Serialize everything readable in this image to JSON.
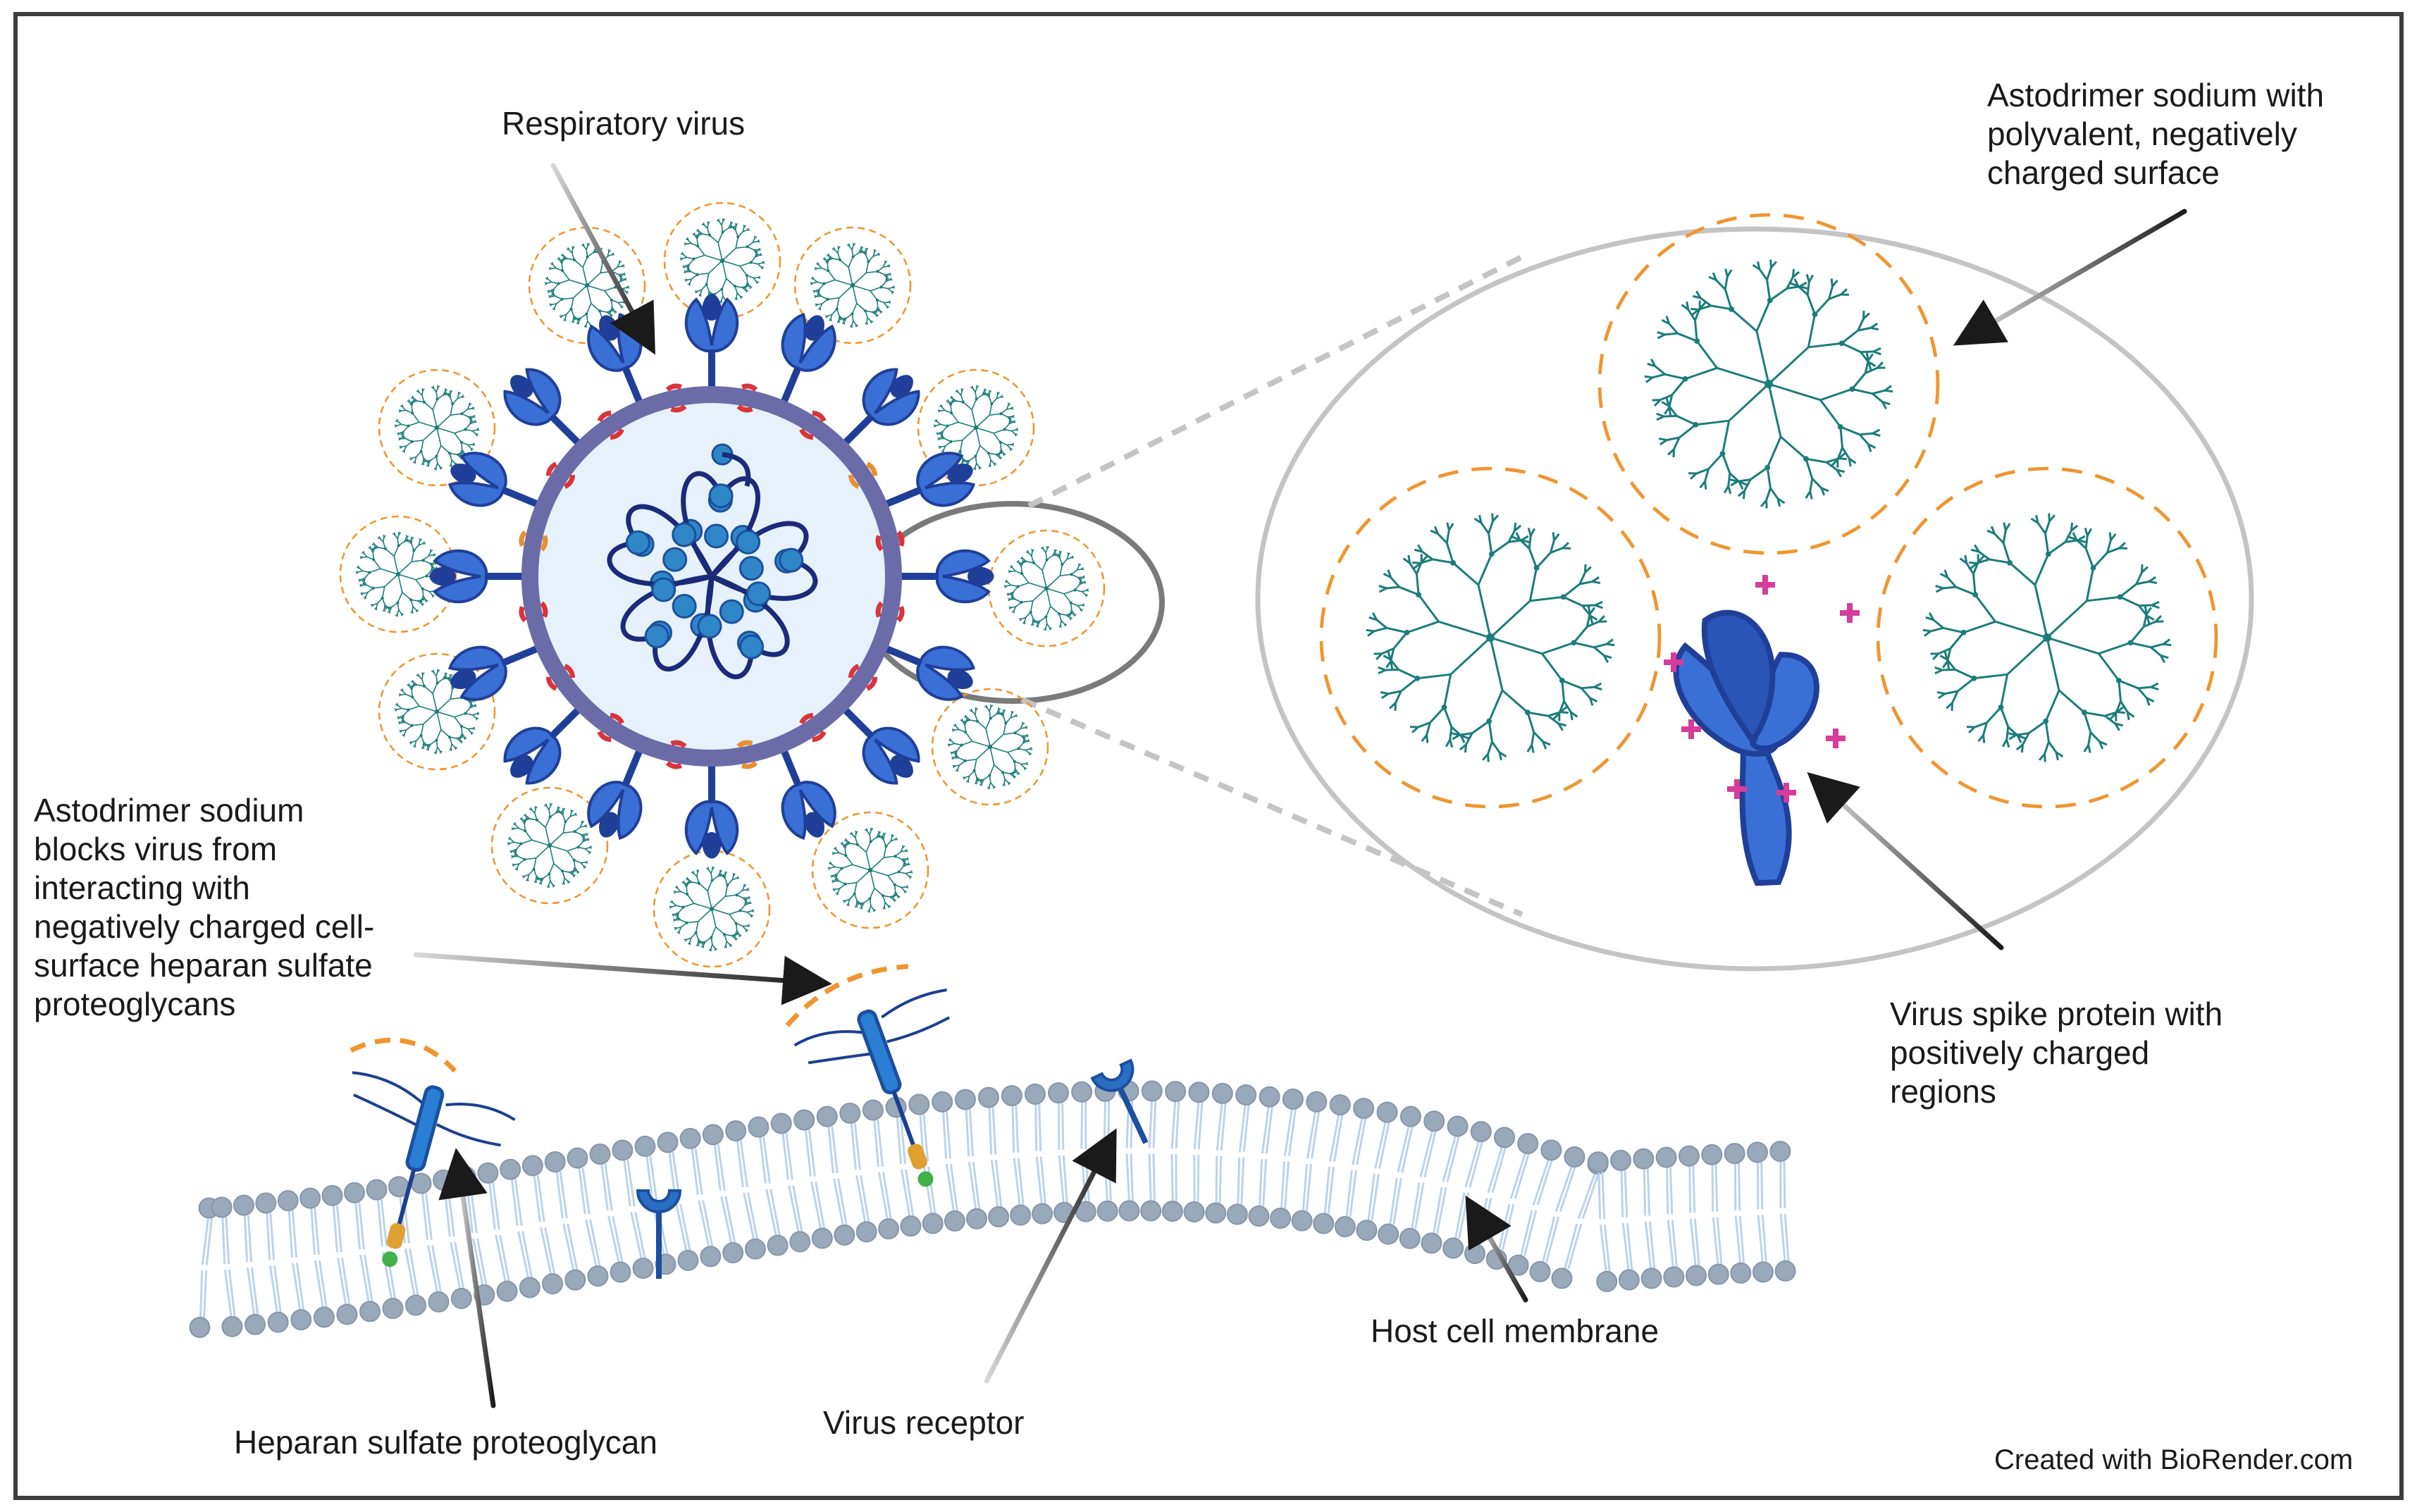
{
  "labels": {
    "respiratory_virus": "Respiratory virus",
    "astodrimer_surface": "Astodrimer sodium with\npolyvalent, negatively\ncharged surface",
    "astodrimer_blocks": "Astodrimer sodium\nblocks virus from\ninteracting with\nnegatively charged cell-\nsurface heparan sulfate\nproteoglycans",
    "spike_protein": "Virus spike protein with\npositively charged\nregions",
    "host_membrane": "Host cell membrane",
    "heparan": "Heparan sulfate proteoglycan",
    "virus_receptor": "Virus receptor",
    "credit": "Created with BioRender.com"
  },
  "colors": {
    "frame": "#3c3c3c",
    "dendrimer": "#1b7d7a",
    "negative_charge": "#f0952f",
    "positive_charge": "#d63c9a",
    "virus_core": "#e6f1fb",
    "virus_envelope": "#6b6ba8",
    "spike_light": "#3a6fd6",
    "spike_dark": "#1f3f99",
    "rna": "#2f86c6",
    "membrane_head": "#9aa9ba",
    "membrane_tail": "#bcd3ea",
    "zoom_outline": "#8e8e8e",
    "arrow": "#1a1a1a"
  },
  "icons": [
    "dendrimer-icon",
    "spike-protein-icon",
    "heparan-sulfate-proteoglycan-icon",
    "virus-receptor-icon",
    "plus-charge-icon"
  ]
}
